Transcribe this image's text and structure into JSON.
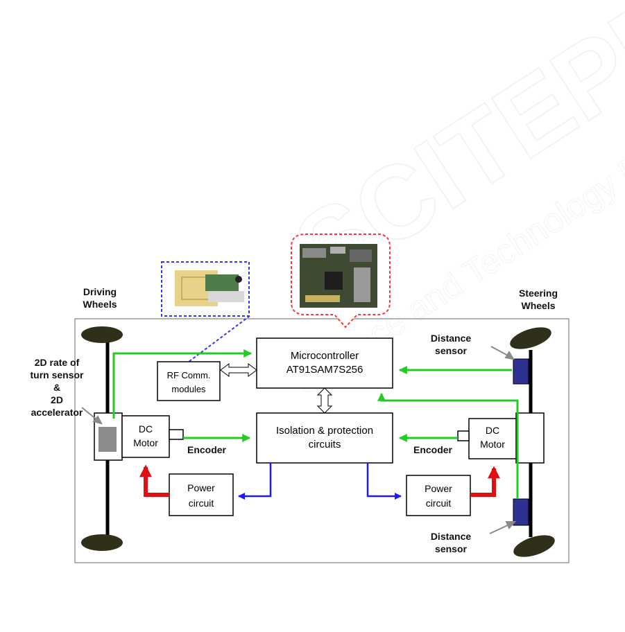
{
  "watermark": {
    "text": "SCITEPRESS",
    "subtitle": "Science and Technology Publications"
  },
  "labels": {
    "driving_wheels_1": "Driving",
    "driving_wheels_2": "Wheels",
    "steering_wheels_1": "Steering",
    "steering_wheels_2": "Wheels",
    "distance_top_1": "Distance",
    "distance_top_2": "sensor",
    "distance_bottom_1": "Distance",
    "distance_bottom_2": "sensor",
    "sensor_1": "2D rate of",
    "sensor_2": "turn sensor",
    "sensor_3": "&",
    "sensor_4": "2D",
    "sensor_5": "accelerator",
    "encoder_left": "Encoder",
    "encoder_right": "Encoder"
  },
  "blocks": {
    "microcontroller_1": "Microcontroller",
    "microcontroller_2": "AT91SAM7S256",
    "rf_1": "RF Comm.",
    "rf_2": "modules",
    "isolation_1": "Isolation & protection",
    "isolation_2": "circuits",
    "dc_left_1": "DC",
    "dc_left_2": "Motor",
    "dc_right_1": "DC",
    "dc_right_2": "Motor",
    "power_left_1": "Power",
    "power_left_2": "circuit",
    "power_right_1": "Power",
    "power_right_2": "circuit"
  },
  "colors": {
    "signal": "#22cc22",
    "control": "#1a1aff",
    "power": "#e01010",
    "frame": "#9a9a9a",
    "wheel": "#2f2f1a",
    "sensor": "#2e3192",
    "rf_callout": "#3333ff",
    "mcu_callout": "#ff3333"
  }
}
